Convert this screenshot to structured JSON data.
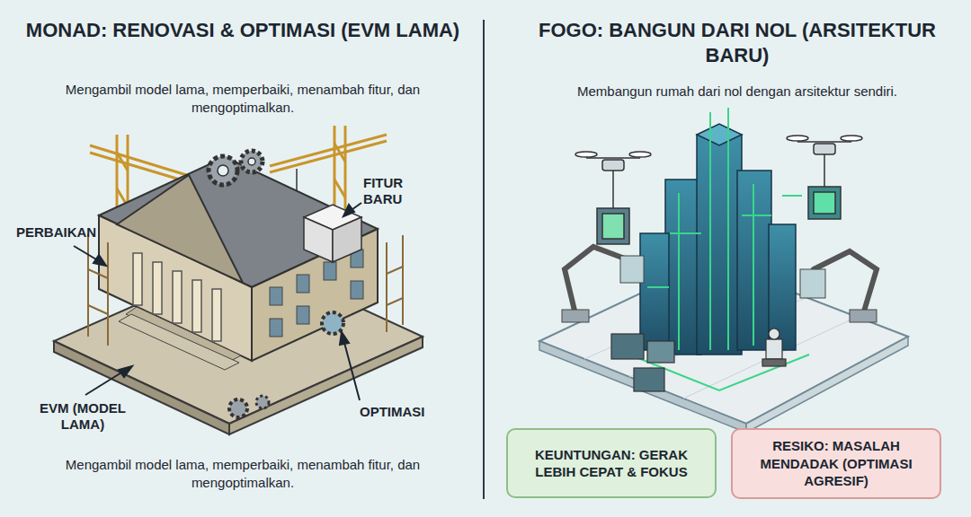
{
  "diagram": {
    "nodes": [
      {
        "text": [
          "KEUNTUNGAN: GERAK LEBIH CEPAT & FOKUS"
        ]
      },
      {
        "text": [
          "RESIKO: MASALAH MENDADAK (OPTIMASI AGRESIF)"
        ]
      }
    ],
    "labels": [
      "MONAD: RENOVASI & OPTIMASI (EVM LAMA)",
      "Mengambil model lama, memperbaiki, menambah fitur, dan mengoptimalkan.",
      "FITUR BARU",
      "PERBAIKAN",
      "EVM (MODEL LAMA)",
      "OPTIMASI",
      "Mengambil model lama, memperbaiki, menambah fitur, dan mengoptimalkan.",
      "FOGO: BANGUN DARI NOL (ARSITEKTUR BARU)",
      "Membangun rumah dari nol dengan arsitektur sendiri."
    ]
  }
}
